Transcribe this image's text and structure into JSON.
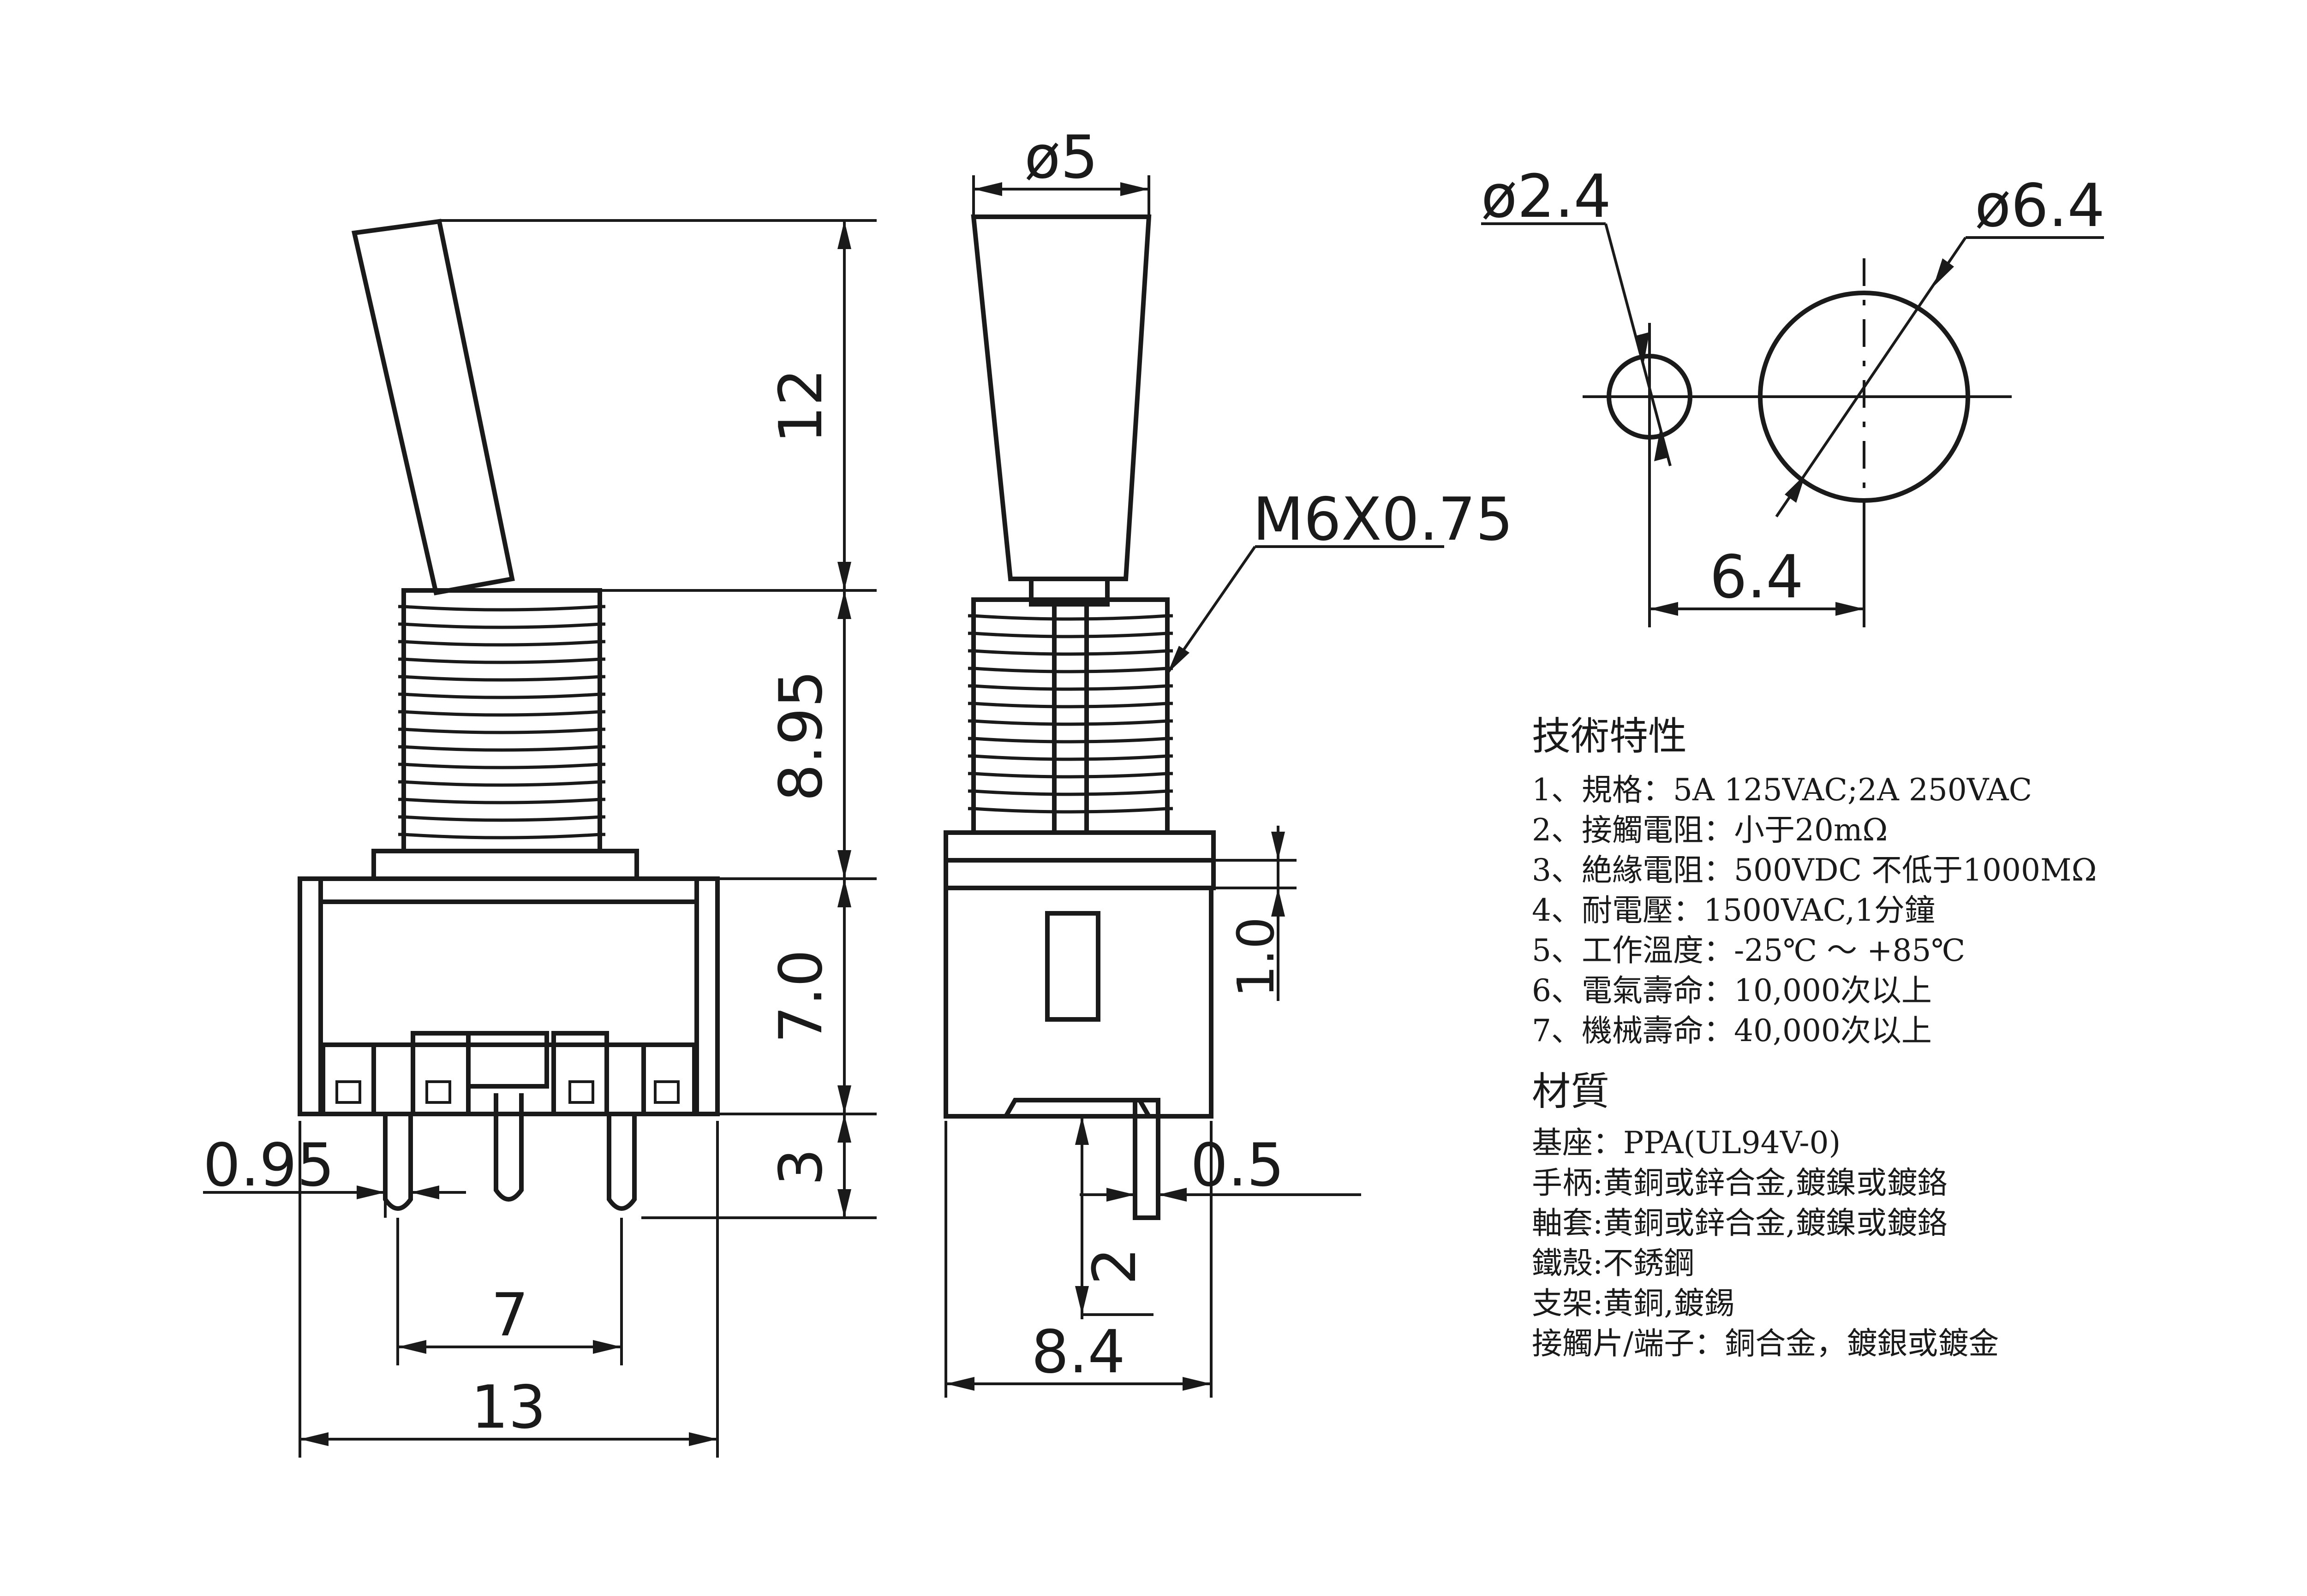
{
  "dimensions": {
    "lever_height": "12",
    "bushing_height": "8.95",
    "body_height": "7.0",
    "pin_length": "3",
    "pin_width": "0.95",
    "pin_pitch": "7",
    "body_width": "13",
    "lever_diameter": "ø5",
    "thread_spec": "M6X0.75",
    "step": "1.0",
    "side_pin_thickness": "0.5",
    "side_pin_length": "2",
    "body_depth": "8.4",
    "hole_small": "ø2.4",
    "hole_large": "ø6.4",
    "hole_spacing": "6.4"
  },
  "specs": {
    "title": "技術特性",
    "items": [
      "1、規格：5A 125VAC;2A 250VAC",
      "2、接觸電阻：小于20mΩ",
      "3、絶緣電阻：500VDC 不低于1000MΩ",
      "4、耐電壓：1500VAC,1分鐘",
      "5、工作溫度：-25℃ ～ +85℃",
      "6、電氣壽命：10,000次以上",
      "7、機械壽命：40,000次以上"
    ]
  },
  "materials": {
    "title": "材質",
    "items": [
      "基座：PPA(UL94V-0)",
      "手柄:黄銅或鋅合金,鍍鎳或鍍鉻",
      "軸套:黄銅或鋅合金,鍍鎳或鍍鉻",
      "鐵殼:不銹鋼",
      "支架:黄銅,鍍錫",
      "接觸片/端子：銅合金，鍍銀或鍍金"
    ]
  }
}
